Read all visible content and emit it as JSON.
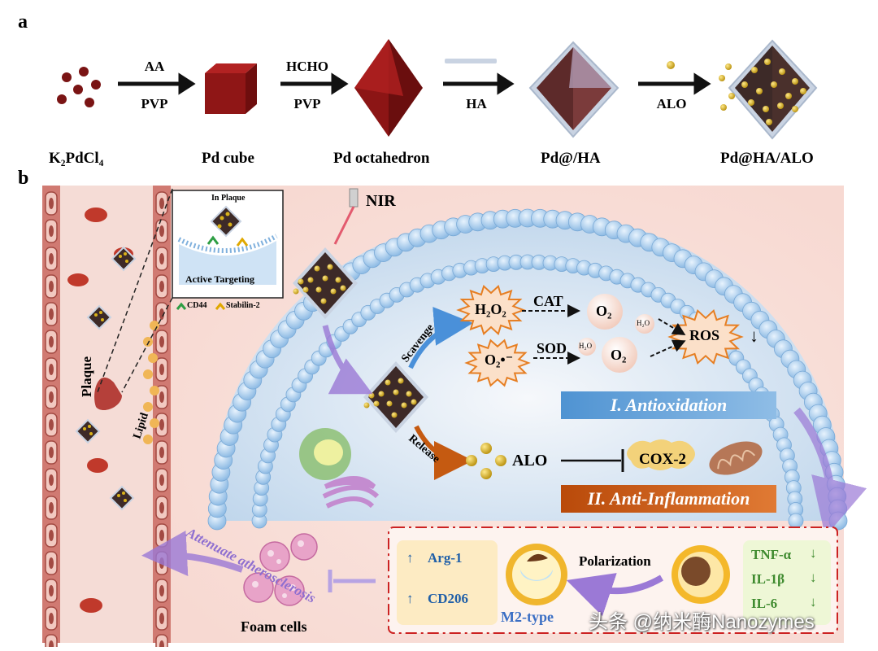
{
  "panel_a": {
    "letter": "a",
    "species": [
      "K₂PdCl₄",
      "Pd cube",
      "Pd octahedron",
      "Pd@/HA",
      "Pd@HA/ALO"
    ],
    "steps": [
      {
        "top": "AA",
        "bottom": "PVP"
      },
      {
        "top": "HCHO",
        "bottom": "PVP"
      },
      {
        "top": "",
        "bottom": "HA"
      },
      {
        "top": "",
        "bottom": "ALO"
      }
    ]
  },
  "panel_b": {
    "letter": "b",
    "nir": "NIR",
    "inset": {
      "title": "In Plaque",
      "caption": "Active Targeting",
      "cd44": "CD44",
      "stabilin": "Stabilin-2"
    },
    "vessel": {
      "plaque": "Plaque",
      "lipid": "Lipid"
    },
    "antioxidation": {
      "scavenge": "Scavenge",
      "h2o2": "H₂O₂",
      "superoxide": "O₂•⁻",
      "cat": "CAT",
      "sod": "SOD",
      "o2_a": "O₂",
      "o2_b": "O₂",
      "h2o_a": "H₂O",
      "h2o_b": "H₂O",
      "ros": "ROS",
      "down": "↓",
      "banner": "I.  Antioxidation"
    },
    "inflammation": {
      "release": "Release",
      "alo": "ALO",
      "cox2": "COX-2",
      "banner": "II. Anti-Inflammation"
    },
    "macrophage": {
      "up_markers": [
        "Arg-1",
        "CD206"
      ],
      "up": "↑",
      "m2": "M2-type",
      "polarization": "Polarization",
      "down_markers": [
        "TNF-α",
        "IL-1β",
        "IL-6"
      ],
      "down": "↓"
    },
    "foam_cells": "Foam cells",
    "attenuate": "Attenuate atherosclerosis"
  },
  "watermark": "头条 @纳米酶Nanozymes",
  "colors": {
    "pd_dark": "#7a1414",
    "pd_octa": "#3d2a28",
    "ha_shell": "#c9d3e2",
    "alo_gold": "#d9b21a",
    "membrane": "#9ec7ea",
    "banner_blue": "#5b9bd5",
    "banner_orange": "#c55a11",
    "flow_purple": "#9b79d6",
    "red_dash": "#cc2222",
    "vessel_red": "#c0504d"
  }
}
